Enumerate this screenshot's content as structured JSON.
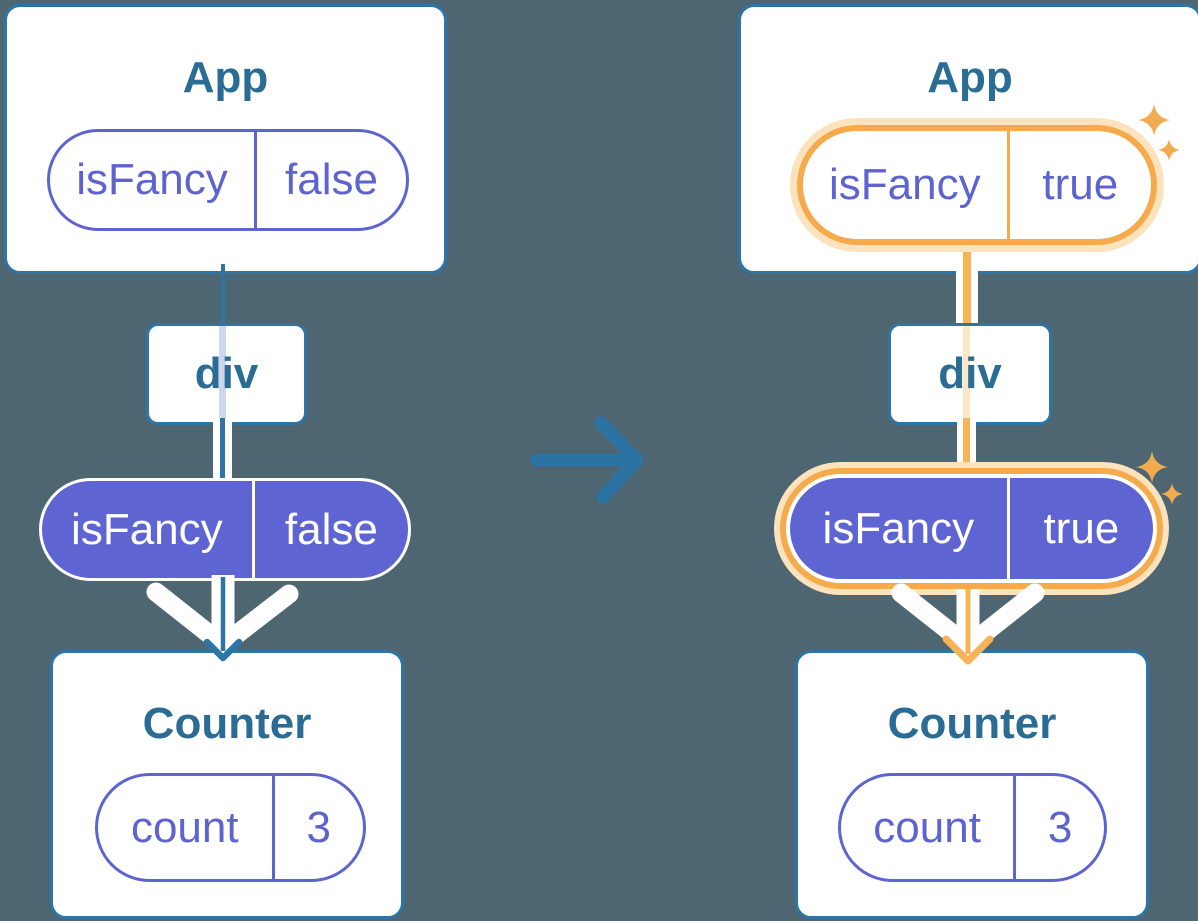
{
  "colors": {
    "background": "#4d6672",
    "card_background": "#ffffff",
    "card_border": "#2e75a5",
    "title_text": "#2a6c94",
    "purple_fill": "#5e64d1",
    "purple_text": "#5d63cf",
    "highlight_orange": "#f5ab4c",
    "highlight_glow": "#fce3bd",
    "flow_line_before": "#ccd6ef",
    "flow_line_after": "#fbe7c6",
    "transition_arrow_blue": "#2b73a3"
  },
  "icons": {
    "transition_arrow": "arrow-right",
    "highlight_sparkles": "sparkles"
  },
  "trees": [
    {
      "app_title": "App",
      "app_prop_name": "isFancy",
      "app_prop_value": "false",
      "div_label": "div",
      "passed_prop_name": "isFancy",
      "passed_prop_value": "false",
      "counter_title": "Counter",
      "state_name": "count",
      "state_value": "3",
      "highlighted": false
    },
    {
      "app_title": "App",
      "app_prop_name": "isFancy",
      "app_prop_value": "true",
      "div_label": "div",
      "passed_prop_name": "isFancy",
      "passed_prop_value": "true",
      "counter_title": "Counter",
      "state_name": "count",
      "state_value": "3",
      "highlighted": true
    }
  ]
}
